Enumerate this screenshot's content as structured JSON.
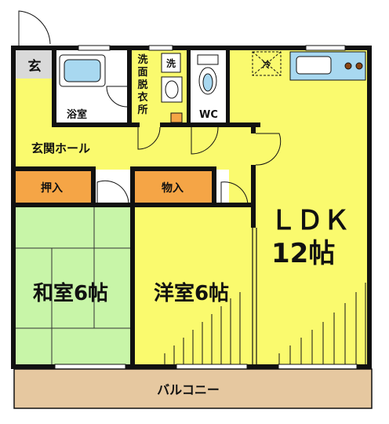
{
  "rooms": {
    "genkan": "玄",
    "bath": "浴室",
    "washroom_1": "洗",
    "washroom_2": "面",
    "washroom_3": "脱",
    "washroom_4": "衣",
    "washroom_5": "所",
    "washer": "洗",
    "wc": "WC",
    "hall": "玄関ホール",
    "oshiire": "押入",
    "storage": "物入",
    "ldk_1": "ＬＤＫ",
    "ldk_2": "12帖",
    "washitsu": "和室6帖",
    "youshitsu": "洋室6帖",
    "balcony": "バルコニー",
    "fridge": "冷"
  },
  "colors": {
    "floor_yellow": "#fafa6e",
    "tatami_green": "#c8f5a8",
    "closet_orange": "#f5a546",
    "balcony_tan": "#e6c8a0",
    "kitchen_blue": "#a8d8f0",
    "wall_black": "#111111",
    "genkan_gray": "#d9d9d9"
  }
}
